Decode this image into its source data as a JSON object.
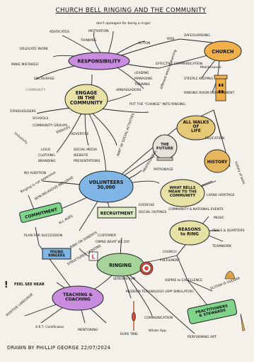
{
  "title": "CHURCH BELL RINGING AND THE COMMUNITY",
  "footer": {
    "credit": "DRAWN BY PHILLIP GEORGE 22/07/2024"
  },
  "nodes": [
    {
      "id": "responsibility",
      "label": "RESPONSIBILITY",
      "fill": "#c98de0"
    },
    {
      "id": "church",
      "label": "CHURCH",
      "fill": "#f2b04a"
    },
    {
      "id": "engage",
      "lines": [
        "ENGAGE",
        "IN THE",
        "COMMUNITY"
      ],
      "fill": "#e9e2a4"
    },
    {
      "id": "all-walks",
      "lines": [
        "ALL WALKS",
        "OF",
        "LIFE"
      ],
      "fill": "#e7c97a"
    },
    {
      "id": "history",
      "label": "HISTORY",
      "fill": "#e7b760"
    },
    {
      "id": "volunteers",
      "lines": [
        "VOLUNTEERS",
        "30,000"
      ],
      "fill": "#7fb6e6"
    },
    {
      "id": "what-bells",
      "lines": [
        "WHAT BELLS",
        "MEAN TO THE",
        "COMMUNITY"
      ],
      "fill": "#e7e1a6"
    },
    {
      "id": "commitment",
      "label": "COMMITMENT",
      "fill": "#7fd38a"
    },
    {
      "id": "recruitment",
      "label": "RECRUITMENT",
      "fill": "#dcecc3"
    },
    {
      "id": "reasons",
      "lines": [
        "REASONS",
        "to RING"
      ],
      "fill": "#e7e1a6"
    },
    {
      "id": "ringing",
      "label": "RINGING",
      "fill": "#a6d39a"
    },
    {
      "id": "teaching",
      "lines": [
        "TEACHING &",
        "COACHING"
      ],
      "fill": "#c98de0"
    },
    {
      "id": "practitioners",
      "lines": [
        "PRACTITIONERS",
        "& STEWARDS"
      ],
      "fill": "#7fd38a"
    },
    {
      "id": "future",
      "lines": [
        "THE",
        "FUTURE"
      ],
      "fill": "#e7e3dc"
    },
    {
      "id": "young-ringers",
      "lines": [
        "YOUNG",
        "RINGERS"
      ],
      "fill": "#7fb6e6"
    }
  ],
  "labels": {
    "advocates": "ADVOCATES",
    "dont_apologise": "don't apologise for being a ringer",
    "motivation": "MOTIVATION",
    "thinking": "THINKING",
    "action": "ACTION",
    "risk": "RISK",
    "safeguarding": "SAFEGUARDING",
    "delegate_work": "DELEGATE WORK",
    "make_mistakes": "MAKE MISTAKES!",
    "encourage": "ENCOURAGE",
    "effective_comm": "EFFECTIVE COMMUNICATION",
    "maintenance": "Maintenance",
    "leading": "LEADING",
    "managing": "MANAGING",
    "training": "TRAINING",
    "different_ways": "different ways of learning",
    "steeple_keeping": "STEEPLE KEEPING",
    "ringing_room": "RINGING ROOM ENVIRONMENT",
    "community_bg": "COMMUNITY",
    "ambassadors": "AMBASSADORS",
    "put_the_change": "PUT THE \"CHANGE\" INTO RINGING",
    "stakeholders": "STAKEHOLDERS",
    "schools": "SCHOOLS",
    "community_groups": "COMMUNITY GROUPS",
    "inclusivity": "inclusivity",
    "identity": "IDENTITY",
    "advertise": "ADVERTISE",
    "logo": "LOGO",
    "clothing": "CLOTHING",
    "branding": "BRANDING",
    "social_media": "SOCIAL MEDIA",
    "website": "WEBSITE",
    "presentations": "PRESENTATIONS",
    "part_of_social": "PART OF SOCIAL ACTIVITIES",
    "professional": "PROFESSIONAL",
    "patronage": "PATRONAGE",
    "education": "EDUCATION",
    "history_of_bells": "history of bells",
    "no_audition": "NO AUDITION",
    "ringing_not_expensive": "Ringing is not expensive",
    "non_religious": "NON-RELIGIOUS INCLUSIVE",
    "plan_for_succession": "PLAN FOR SUCCESSION",
    "all_ages": "ALL AGES",
    "ring_on_sundays": "RING ON SUNDAYS",
    "structured_lessons": "STRUCTURED LESSONS",
    "customer": "CUSTOMER",
    "owns_what": "'OWNS WHAT WE DO'",
    "exercise": "EXERCISE",
    "social_outings": "SOCIAL OUTINGS",
    "community_national": "COMMUNITY & NATIONAL EVENTS",
    "living_heritage": "LIVING HERITAGE",
    "music": "MUSIC",
    "peals": "PEALS & QUARTERS",
    "teamwork": "TEAMWORK",
    "church_small": "CHURCH",
    "fulfilment": "FULFILMENT",
    "aspire": "ASPIRE to EXCELLENCE",
    "elitism": "ELITISM IS VULGAR",
    "serious_fun": "SERIOUS FUN",
    "feel_see_hear": "FEEL SEE HEAR",
    "positive_language": "POSITIVE LANGUAGE",
    "art_certificates": "A.R.T. Certificates",
    "mentoring": "MENTORING",
    "rope_time": "ROPE TIME",
    "modern_technology": "MODERN TECHNOLOGY (APP SIMULATOR)",
    "communication": "COMMUNICATION",
    "whatsapp": "Whats App",
    "performing_art": "PERFORMING ART",
    "exclaim": "!"
  }
}
